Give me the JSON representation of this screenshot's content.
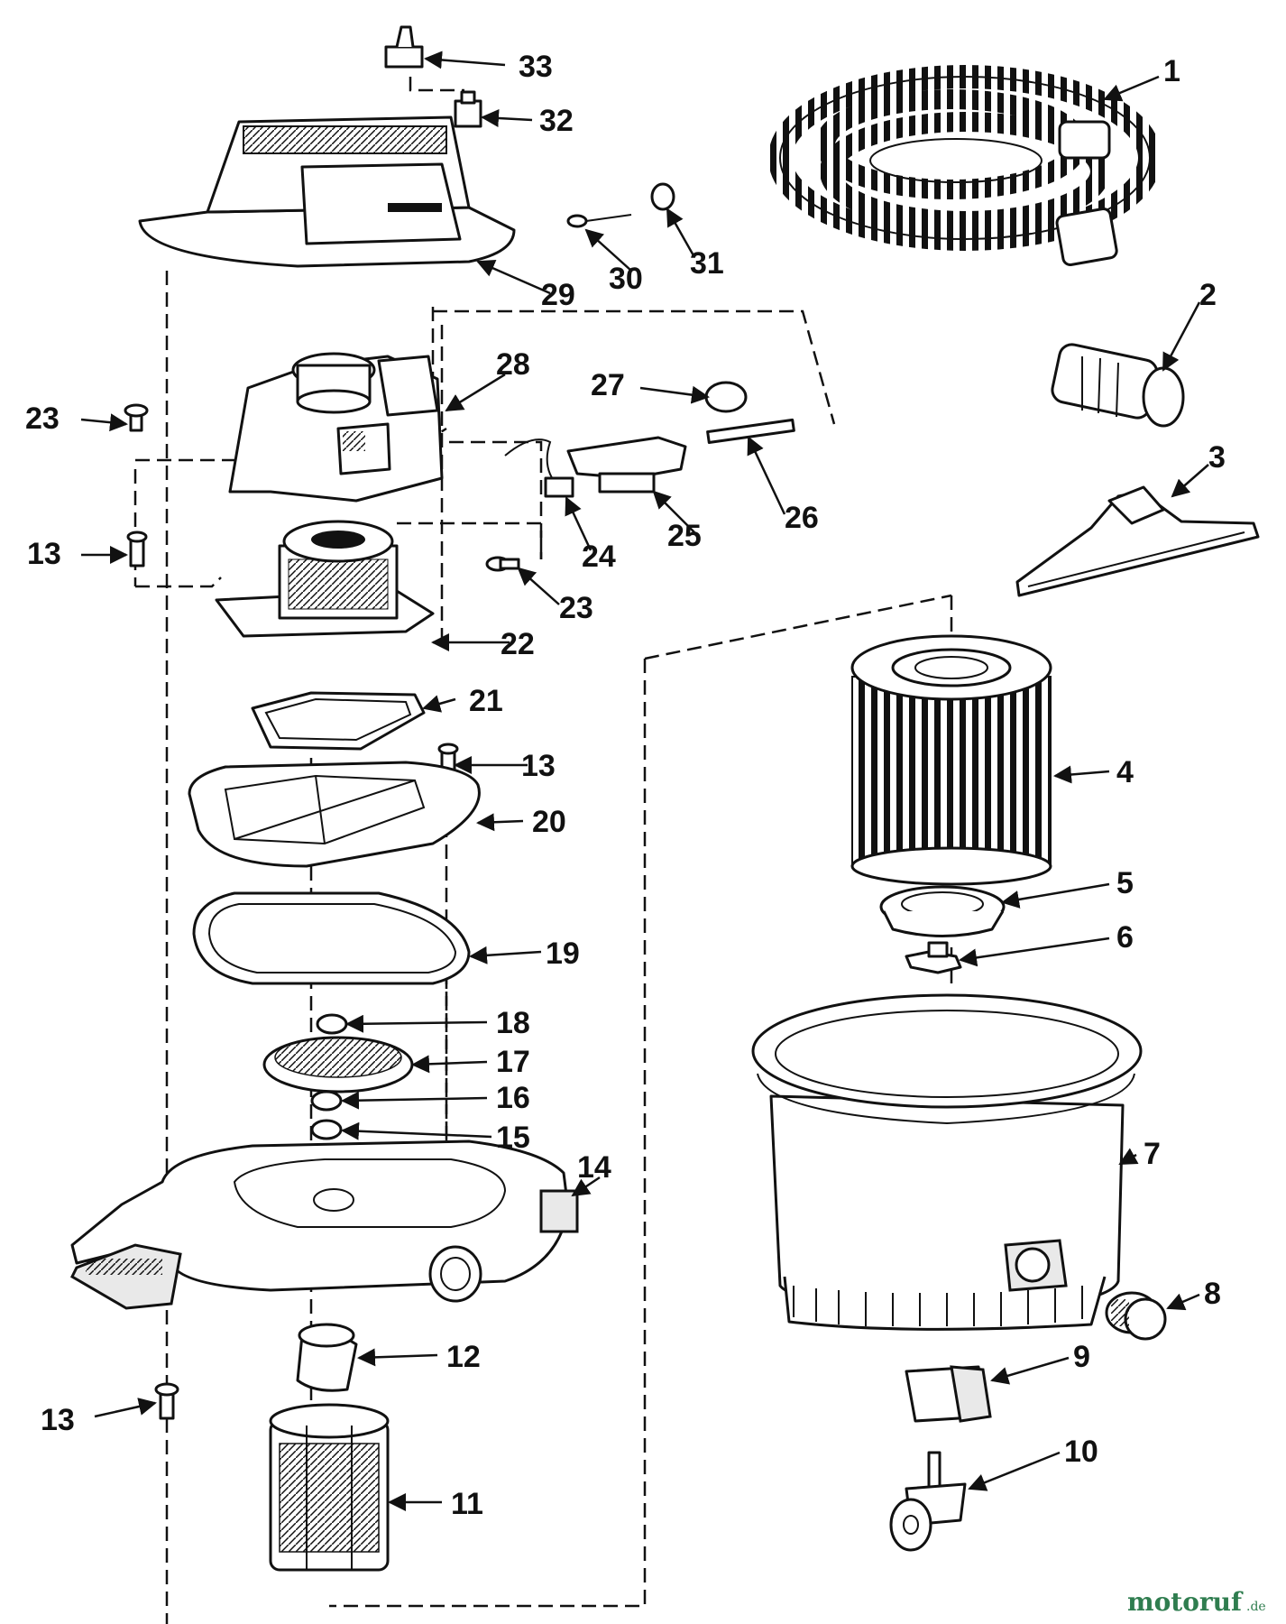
{
  "callouts": [
    "1",
    "2",
    "3",
    "4",
    "5",
    "6",
    "7",
    "8",
    "9",
    "10",
    "11",
    "12",
    "13",
    "14",
    "15",
    "16",
    "17",
    "18",
    "19",
    "20",
    "21",
    "22",
    "23",
    "24",
    "25",
    "26",
    "27",
    "28",
    "29",
    "30",
    "31",
    "32",
    "33"
  ],
  "watermark": {
    "name": "motoruf",
    "tld": ".de",
    "color": "#2f7d4f"
  }
}
